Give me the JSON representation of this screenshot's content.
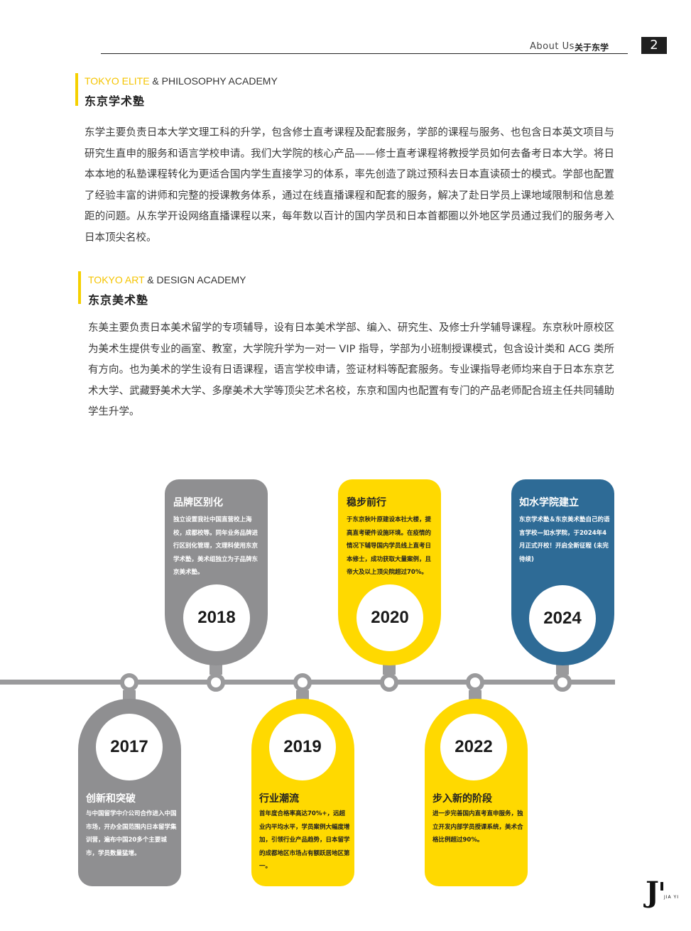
{
  "header": {
    "about_label": "About Us",
    "about_cn": "关于东学",
    "page_number": "2"
  },
  "sections": [
    {
      "accent_en": "TOKYO ELITE",
      "rest_en": " & PHILOSOPHY ACADEMY",
      "title_cn": "东京学术塾",
      "body": "东学主要负责日本大学文理工科的升学，包含修士直考课程及配套服务，学部的课程与服务、也包含日本英文项目与研究生直申的服务和语言学校申请。我们大学院的核心产品——修士直考课程将教授学员如何去备考日本大学。将日本本地的私塾课程转化为更适合国内学生直接学习的体系，率先创造了跳过预科去日本直读硕士的模式。学部也配置了经验丰富的讲师和完整的授课教务体系，通过在线直播课程和配套的服务，解决了赴日学员上课地域限制和信息差距的问题。从东学开设网络直播课程以来，每年数以百计的国内学员和日本首都圈以外地区学员通过我们的服务考入日本顶尖名校。"
    },
    {
      "accent_en": "TOKYO ART",
      "rest_en": " & DESIGN ACADEMY",
      "title_cn": "东京美术塾",
      "body": "东美主要负责日本美术留学的专项辅导，设有日本美术学部、编入、研究生、及修士升学辅导课程。东京秋叶原校区为美术生提供专业的画室、教室，大学院升学为一对一 VIP 指导，学部为小班制授课模式，包含设计类和 ACG 类所有方向。也为美术的学生设有日语课程，语言学校申请，签证材料等配套服务。专业课指导老师均来自于日本东京艺术大学、武藏野美术大学、多摩美术大学等顶尖艺术名校，东京和国内也配置有专门的产品老师配合班主任共同辅助学生升学。"
    }
  ],
  "timeline": {
    "colors": {
      "gray": "#8f8f91",
      "yellow": "#ffd900",
      "blue": "#2e6b96",
      "track": "#9a9a9c"
    },
    "milestones": [
      {
        "year": "2017",
        "title": "创新和突破",
        "text": "与中国留学中介公司合作进入中国市场，开办全国范围内日本留学集训营，遍布中国20多个主要城市，学员数量猛增。"
      },
      {
        "year": "2018",
        "title": "品牌区别化",
        "text": "独立设置我社中国直营校上海校，成都校等。同年业务品牌进行区别化管理，文理科使用东京学术塾，美术组独立为子品牌东京美术塾。"
      },
      {
        "year": "2019",
        "title": "行业潮流",
        "text": "首年度合格率高达70%+，远超业内平均水平，学员案例大幅度增加，引领行业产品趋势，日本留学的成都地区市场占有额跃居地区第一。"
      },
      {
        "year": "2020",
        "title": "稳步前行",
        "text": "于东京秋叶原建设本社大楼，提高直考硬件设施环境。在疫情的情况下辅导国内学员线上直考日本修士，成功获取大量案例，且帝大及以上顶尖院超过70%。"
      },
      {
        "year": "2022",
        "title": "步入新的阶段",
        "text": "进一步完善国内直考直申服务，独立开发内部学员授课系统，美术合格比例超过90%。"
      },
      {
        "year": "2024",
        "title": "如水学院建立",
        "text": "东京学术塾＆东京美术塾自己的语言学校—如水学院，于2024年4月正式开校！开启全新征程 (未完待续)"
      }
    ]
  },
  "logo": {
    "mark": "J",
    "text": "JIA YI"
  }
}
